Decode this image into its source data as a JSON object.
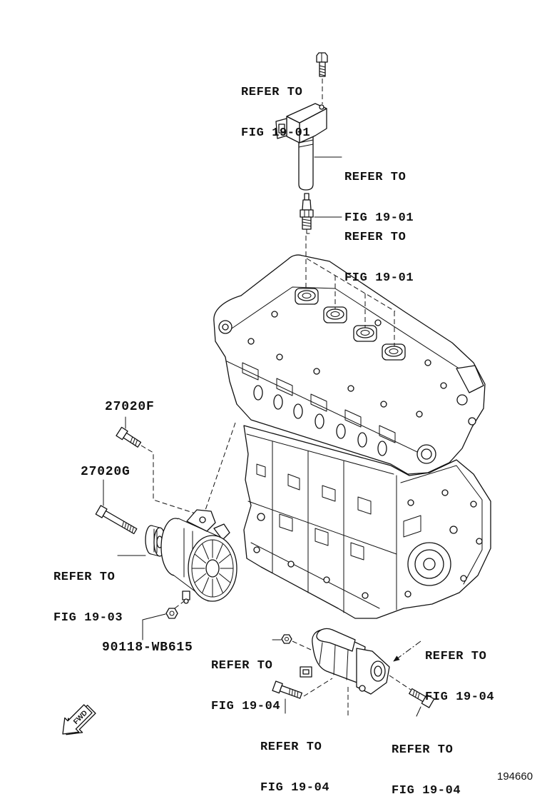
{
  "figure": {
    "id": "194660",
    "fwd_label": "FWD"
  },
  "callouts": {
    "coil_bolt": {
      "label": "REFER TO",
      "ref": "FIG 19-01"
    },
    "ignition_coil": {
      "label": "REFER TO",
      "ref": "FIG 19-01"
    },
    "spark_plug": {
      "label": "REFER TO",
      "ref": "FIG 19-01"
    },
    "alternator": {
      "label": "REFER TO",
      "ref": "FIG 19-03"
    },
    "starter_nut": {
      "label": "REFER TO",
      "ref": "FIG 19-04"
    },
    "starter": {
      "label": "REFER TO",
      "ref": "FIG 19-04"
    },
    "starter_bolt_lower": {
      "label": "REFER TO",
      "ref": "FIG 19-04"
    },
    "starter_bolt_right": {
      "label": "REFER TO",
      "ref": "FIG 19-04"
    }
  },
  "part_numbers": {
    "bolt_upper": "27020F",
    "bolt_lower": "27020G",
    "alternator_nut": "90118-WB615"
  },
  "colors": {
    "line": "#111111",
    "background": "#ffffff"
  }
}
